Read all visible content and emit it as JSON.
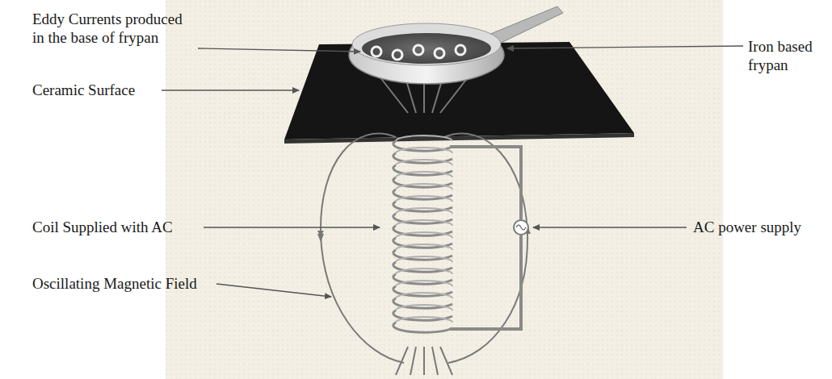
{
  "diagram": {
    "labels": [
      "Eddy Currents produced in the base of frypan",
      "Ceramic Surface",
      "Coil Supplied with AC",
      "Oscillating Magnetic Field",
      "Iron based frypan",
      "AC power supply"
    ]
  }
}
